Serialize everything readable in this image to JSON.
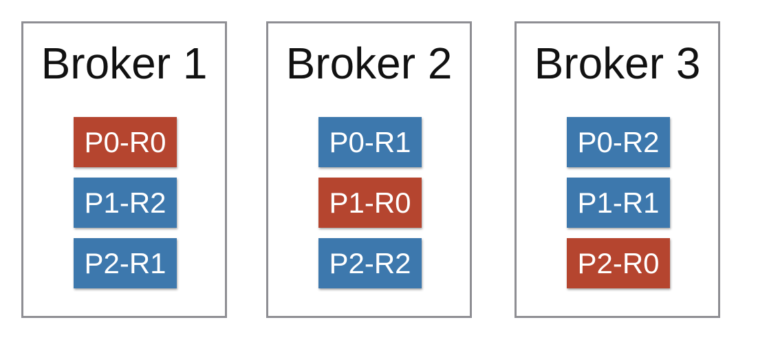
{
  "colors": {
    "leader": "#b5452f",
    "follower": "#3d78ad",
    "border": "#8e8e93"
  },
  "brokers": [
    {
      "title": "Broker 1",
      "replicas": [
        {
          "label": "P0-R0",
          "role": "leader"
        },
        {
          "label": "P1-R2",
          "role": "follower"
        },
        {
          "label": "P2-R1",
          "role": "follower"
        }
      ]
    },
    {
      "title": "Broker 2",
      "replicas": [
        {
          "label": "P0-R1",
          "role": "follower"
        },
        {
          "label": "P1-R0",
          "role": "leader"
        },
        {
          "label": "P2-R2",
          "role": "follower"
        }
      ]
    },
    {
      "title": "Broker 3",
      "replicas": [
        {
          "label": "P0-R2",
          "role": "follower"
        },
        {
          "label": "P1-R1",
          "role": "follower"
        },
        {
          "label": "P2-R0",
          "role": "leader"
        }
      ]
    }
  ]
}
